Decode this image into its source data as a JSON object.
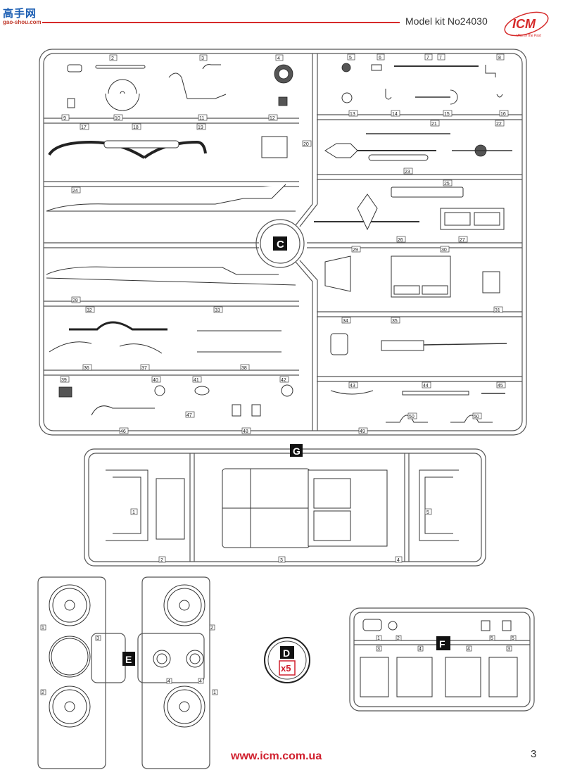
{
  "header": {
    "watermark_logo": "高手网",
    "watermark_url": "gao-shou.com",
    "kit_title": "Model kit No24030",
    "brand_logo": "ICM",
    "brand_tagline": "Was in the Past",
    "accent_color": "#d62a2a"
  },
  "sprue_c": {
    "label": "C",
    "parts": [
      "2",
      "3",
      "4",
      "5",
      "6",
      "7",
      "7",
      "8",
      "9",
      "10",
      "11",
      "12",
      "13",
      "14",
      "15",
      "16",
      "17",
      "18",
      "19",
      "20",
      "21",
      "22",
      "23",
      "24",
      "25",
      "26",
      "27",
      "28",
      "29",
      "30",
      "31",
      "32",
      "33",
      "34",
      "35",
      "36",
      "37",
      "38",
      "39",
      "40",
      "41",
      "42",
      "43",
      "44",
      "45",
      "46",
      "47",
      "48",
      "49",
      "50",
      "50"
    ]
  },
  "sprue_g": {
    "label": "G",
    "parts": [
      "1",
      "2",
      "3",
      "4",
      "5"
    ]
  },
  "sprue_e": {
    "label": "E",
    "parts": [
      "1",
      "2",
      "3",
      "2",
      "1",
      "4",
      "4"
    ]
  },
  "sprue_d": {
    "label": "D",
    "quantity": "x5"
  },
  "sprue_f": {
    "label": "F",
    "parts": [
      "1",
      "2",
      "3",
      "4",
      "4",
      "3",
      "5",
      "5"
    ]
  },
  "footer": {
    "url": "www.icm.com.ua",
    "page_number": "3"
  }
}
